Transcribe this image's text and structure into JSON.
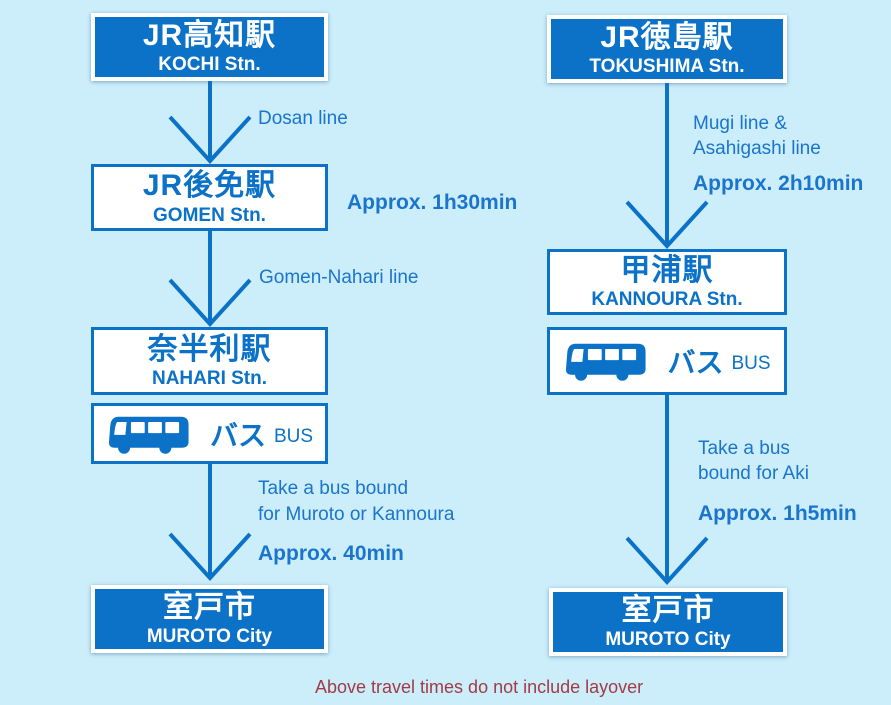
{
  "colors": {
    "background": "#cbeefa",
    "accent_blue": "#0b72c8",
    "label_blue": "#1b74cd",
    "note_red": "#a23b45"
  },
  "left_route": {
    "origin": {
      "name_ja": "JR高知駅",
      "name_en": "KOCHI Stn."
    },
    "leg1_line": "Dosan line",
    "station2": {
      "name_ja": "JR後免駅",
      "name_en": "GOMEN Stn."
    },
    "leg1_duration": "Approx. 1h30min",
    "leg2_line": "Gomen-Nahari line",
    "station3": {
      "name_ja": "奈半利駅",
      "name_en": "NAHARI Stn."
    },
    "bus": {
      "label_ja": "バス",
      "label_en": "BUS"
    },
    "leg3_note_line1": "Take a bus bound",
    "leg3_note_line2": "for Muroto or Kannoura",
    "leg3_duration": "Approx. 40min",
    "destination": {
      "name_ja": "室戸市",
      "name_en": "MUROTO City"
    }
  },
  "right_route": {
    "origin": {
      "name_ja": "JR徳島駅",
      "name_en": "TOKUSHIMA Stn."
    },
    "leg1_line_part1": "Mugi line &",
    "leg1_line_part2": "Asahigashi line",
    "leg1_duration": "Approx. 2h10min",
    "station2": {
      "name_ja": "甲浦駅",
      "name_en": "KANNOURA Stn."
    },
    "bus": {
      "label_ja": "バス",
      "label_en": "BUS"
    },
    "leg2_note_line1": "Take a bus",
    "leg2_note_line2": "bound for Aki",
    "leg2_duration": "Approx. 1h5min",
    "destination": {
      "name_ja": "室戸市",
      "name_en": "MUROTO City"
    }
  },
  "footer": {
    "note": "Above travel times do not include layover"
  }
}
